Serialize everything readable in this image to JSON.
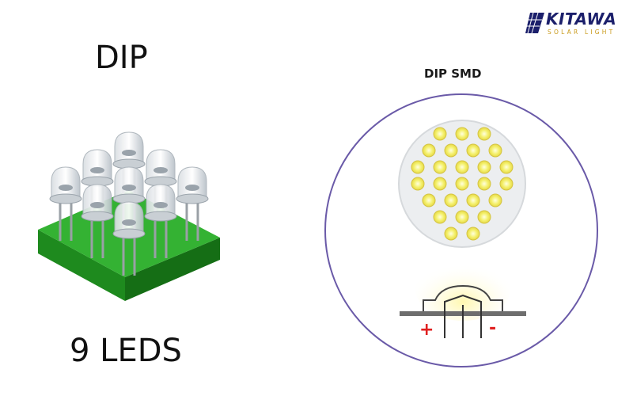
{
  "logo": {
    "brand": "KITAWA",
    "tagline": "SOLAR LIGHT",
    "brand_color": "#1b1f6b",
    "tagline_color": "#c99a1a"
  },
  "left": {
    "title": "DIP",
    "caption": "9 LEDS",
    "led_count": 9,
    "board_color": "#34b233"
  },
  "right": {
    "title": "DIP SMD",
    "circle_color": "#6a5aa8",
    "chip_count": 26,
    "chip_color": "#f4f06a",
    "polarity": {
      "plus": "+",
      "minus": "-",
      "color": "#e02020"
    }
  }
}
